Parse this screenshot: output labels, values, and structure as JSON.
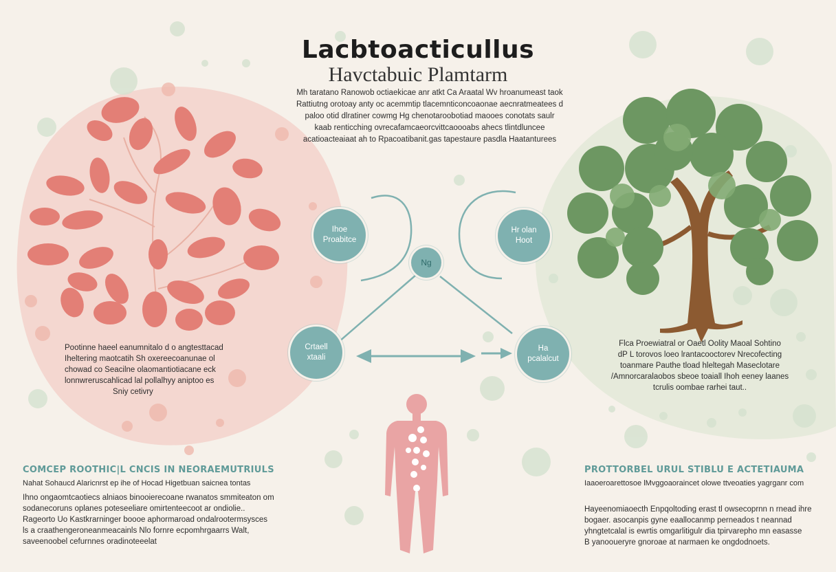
{
  "title": "Lacbtoacticullus",
  "subtitle": "Havctabuic Plamtarm",
  "intro_lines": [
    "Mh taratano Ranowob octiaekicae anr atkt Ca Araatal Wv hroanumeast taok",
    "Rattiutng orotoay anty oc acemmtip tlacemnticoncoaonae aecnratmeatees d",
    "paloo otid dlratiner cowmg Hg chenotaroobotiad maooes conotats saulr",
    "kaab renticching ovrecafamcaeorcvittcaoooabs ahecs tlintdluncee",
    "acatioacteaiaat ah to Rpacoatibanit.gas tapestaure pasdla Haatanturees"
  ],
  "nodes": {
    "left_top": [
      "Ihoe",
      "Proabitce"
    ],
    "center": [
      "Ng"
    ],
    "right_top": [
      "Hr olan",
      "Hoot"
    ],
    "left_bottom": [
      "Crtaell",
      "xtaali"
    ],
    "right_bottom": [
      "Ha",
      "pcalalcut"
    ]
  },
  "left_panel_text": [
    "Pootinne haeel eanumnitalo d o angtesttacad",
    "Iheltering maotcatih Sh oxereecoanunae ol",
    "chowad co Seacilne olaomantiotiacane eck",
    "lonnwreruscahlicad lal pollalhyy aniptoo es",
    "Sniy cetivry"
  ],
  "right_panel_text": [
    "Flca Proewiatral or Oaetl Oolity Maoal Sohtino",
    "dP L torovos loeo lrantacooctorev Nrecofecting",
    "toanmare Pauthe tload hleltegah Maseclotare",
    "/Amnorcaralaobos sbeoe toaiall Ihoh eeney laanes",
    "tcrulis oombae rarhei taut.."
  ],
  "bottom_left": {
    "heading": "COMCEP ROOTHIC|L CNCIS IN NEORAEMUTRIULS",
    "subheading": "Nahat Sohaucd Alaricnrst ep ihe of Hocad Higetbuan saicnea tontas",
    "lines": [
      "Ihno ongaomtcaotiecs alniaos binooierecoane rwanatos smmiteaton om",
      "sodanecoruns oplanes poteseeliare omirtenteecoot ar ondiolie..",
      "Rageorto Uo Kastkrarninger boooe aphormaroad ondalrootermsysces",
      "ls a craathengeroneanmeacainls Nlo fornre ecpomhrgaarrs Walt,",
      "saveenoobel cefurnnes oradinoteeelat"
    ]
  },
  "bottom_right": {
    "heading": "PROTTORBEL URUL STIBLU E ACTETIAUMA",
    "subheading": "Iaaoeroarettosoe lMvggoaoraincet olowe ttveoaties yagrganr com",
    "lines": [
      "Hayeenomiaoecth Enpqoltoding erast tl owsecoprnn n rnead ihre",
      "bogaer. asocanpis gyne eaallocanmp perneados t neannad",
      "yhngtetcalal is ewrtis omgarlitigulr dia tpirvarepho mn easasse",
      "B yanooueryre gnoroae at narmaen ke ongdodnoets."
    ]
  },
  "colors": {
    "accent_teal": "#7fb1b0",
    "left_blob": "#f3d2cb",
    "coral": "#e37f76",
    "right_blob": "#e4e9d9",
    "leaf": "#6d9762",
    "trunk": "#8c5a31",
    "human": "#e9a4a4"
  },
  "icons": [
    "microbe-cluster-illustration",
    "tree-illustration",
    "human-body-icon",
    "double-arrow-icon",
    "arrow-right-icon"
  ]
}
